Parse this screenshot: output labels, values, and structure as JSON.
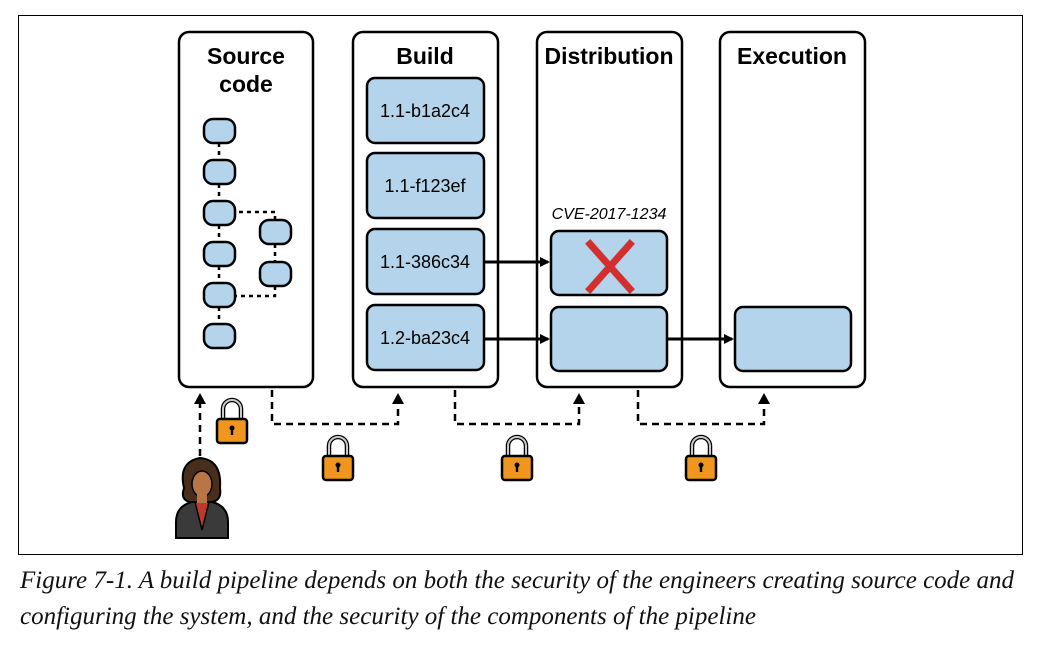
{
  "stages": [
    {
      "title_line1": "Source",
      "title_line2": "code"
    },
    {
      "title_line1": "Build"
    },
    {
      "title_line1": "Distribution"
    },
    {
      "title_line1": "Execution"
    }
  ],
  "builds": [
    "1.1-b1a2c4",
    "1.1-f123ef",
    "1.1-386c34",
    "1.2-ba23c4"
  ],
  "vulnerability_label": "CVE-2017-1234",
  "caption": "Figure 7-1. A build pipeline depends on both the security of the engineers creating source code and configuring the system, and the security of the components of the pipeline",
  "colors": {
    "box_fill": "#b3d4ea",
    "lock_body": "#f0961e",
    "x_mark": "#d32f2f",
    "stroke": "#000000"
  },
  "icons": [
    "lock-icon",
    "person-icon",
    "x-mark-icon"
  ]
}
